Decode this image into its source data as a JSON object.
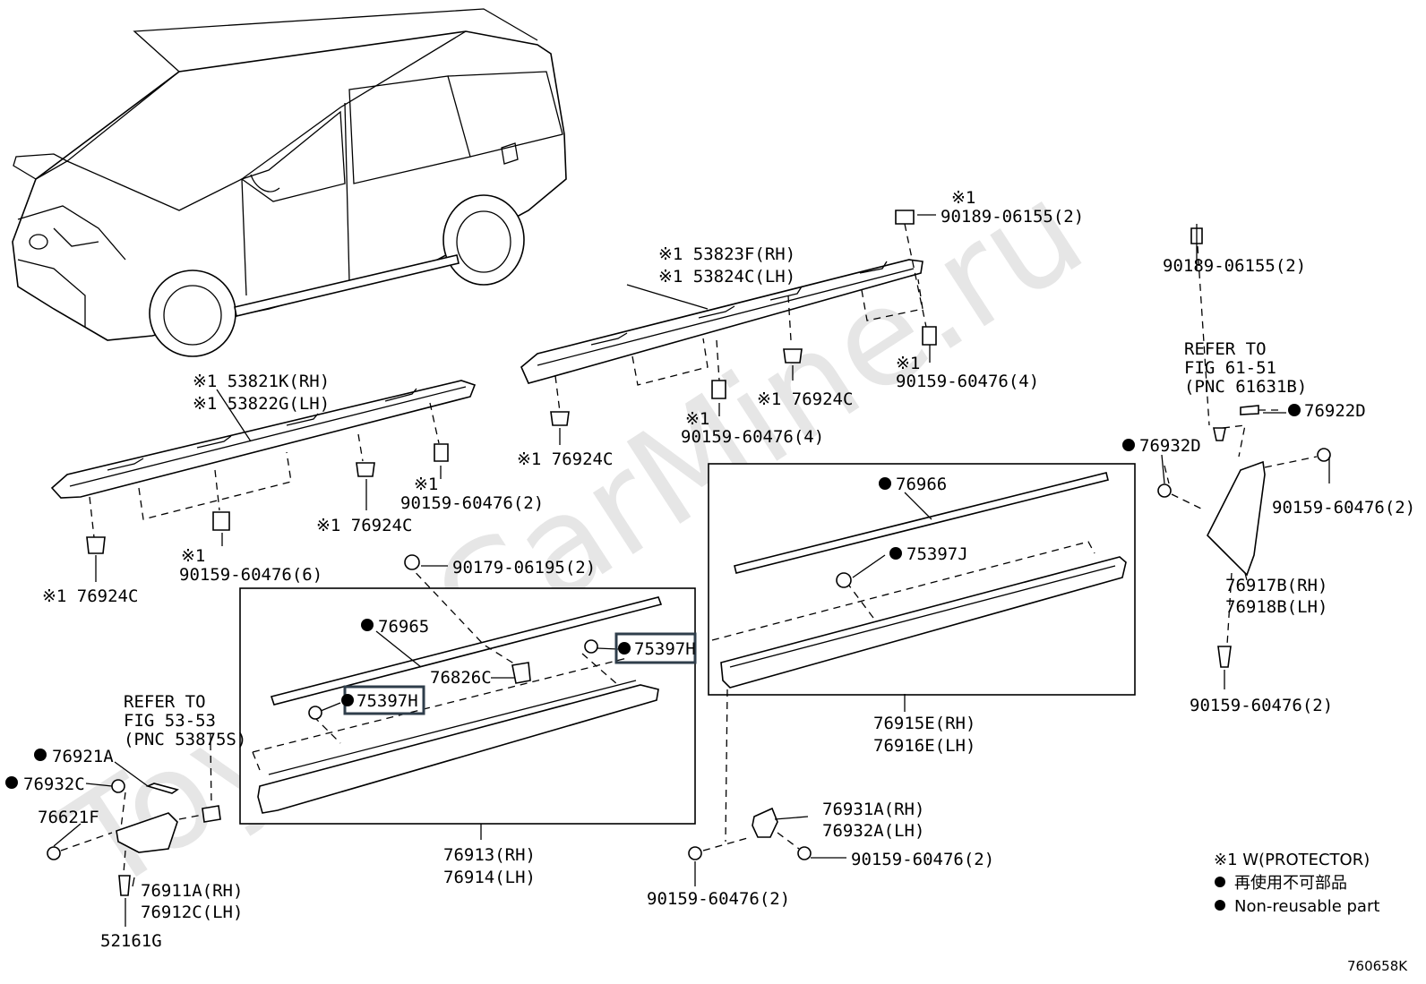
{
  "watermark": "ToyotaCarMine.ru",
  "diagram_code": "760658K",
  "legend": {
    "protector": "※1 W(PROTECTOR)",
    "non_reusable_jp": "再使用不可部品",
    "non_reusable_en": "Non-reusable part"
  },
  "labels": {
    "l_90189_top_mark": "※1",
    "l_90189_top": "90189-06155(2)",
    "l_53823f": "※1 53823F(RH)",
    "l_53824c": "※1 53824C(LH)",
    "l_90189_right": "90189-06155(2)",
    "l_refer61_1": "REFER TO",
    "l_refer61_2": "FIG 61-51",
    "l_refer61_3": "(PNC 61631B)",
    "l_90159_4a_mark": "※1",
    "l_90159_4a": "90159-60476(4)",
    "l_76924c_mid": "※1 76924C",
    "l_90159_4b_mark": "※1",
    "l_90159_4b": "90159-60476(4)",
    "l_76924c_upper": "※1 76924C",
    "l_53821k": "※1 53821K(RH)",
    "l_53822g": "※1 53822G(LH)",
    "l_90159_2a_mark": "※1",
    "l_90159_2a": "90159-60476(2)",
    "l_76924c_lower": "※1 76924C",
    "l_90159_6_mark": "※1",
    "l_90159_6": "90159-60476(6)",
    "l_76924c_left": "※1 76924C",
    "l_76922d": "76922D",
    "l_76932d": "76932D",
    "l_90159_2b": "90159-60476(2)",
    "l_76917b": "76917B(RH)",
    "l_76918b": "76918B(LH)",
    "l_90159_2c": "90159-60476(2)",
    "l_76966": "76966",
    "l_75397j": "75397J",
    "l_76915e": "76915E(RH)",
    "l_76916e": "76916E(LH)",
    "l_90179": "90179-06195(2)",
    "l_76965": "76965",
    "l_75397h_right": "75397H",
    "l_76826c": "76826C",
    "l_75397h_left": "75397H",
    "l_76913": "76913(RH)",
    "l_76914": "76914(LH)",
    "l_refer53_1": "REFER TO",
    "l_refer53_2": "FIG 53-53",
    "l_refer53_3": "(PNC 53875S)",
    "l_76921a": "76921A",
    "l_76932c": "76932C",
    "l_76621f": "76621F",
    "l_76911a": "76911A(RH)",
    "l_76912c": "76912C(LH)",
    "l_52161g": "52161G",
    "l_76931a": "76931A(RH)",
    "l_76932a": "76932A(LH)",
    "l_90159_2d": "90159-60476(2)",
    "l_90159_2e": "90159-60476(2)"
  }
}
